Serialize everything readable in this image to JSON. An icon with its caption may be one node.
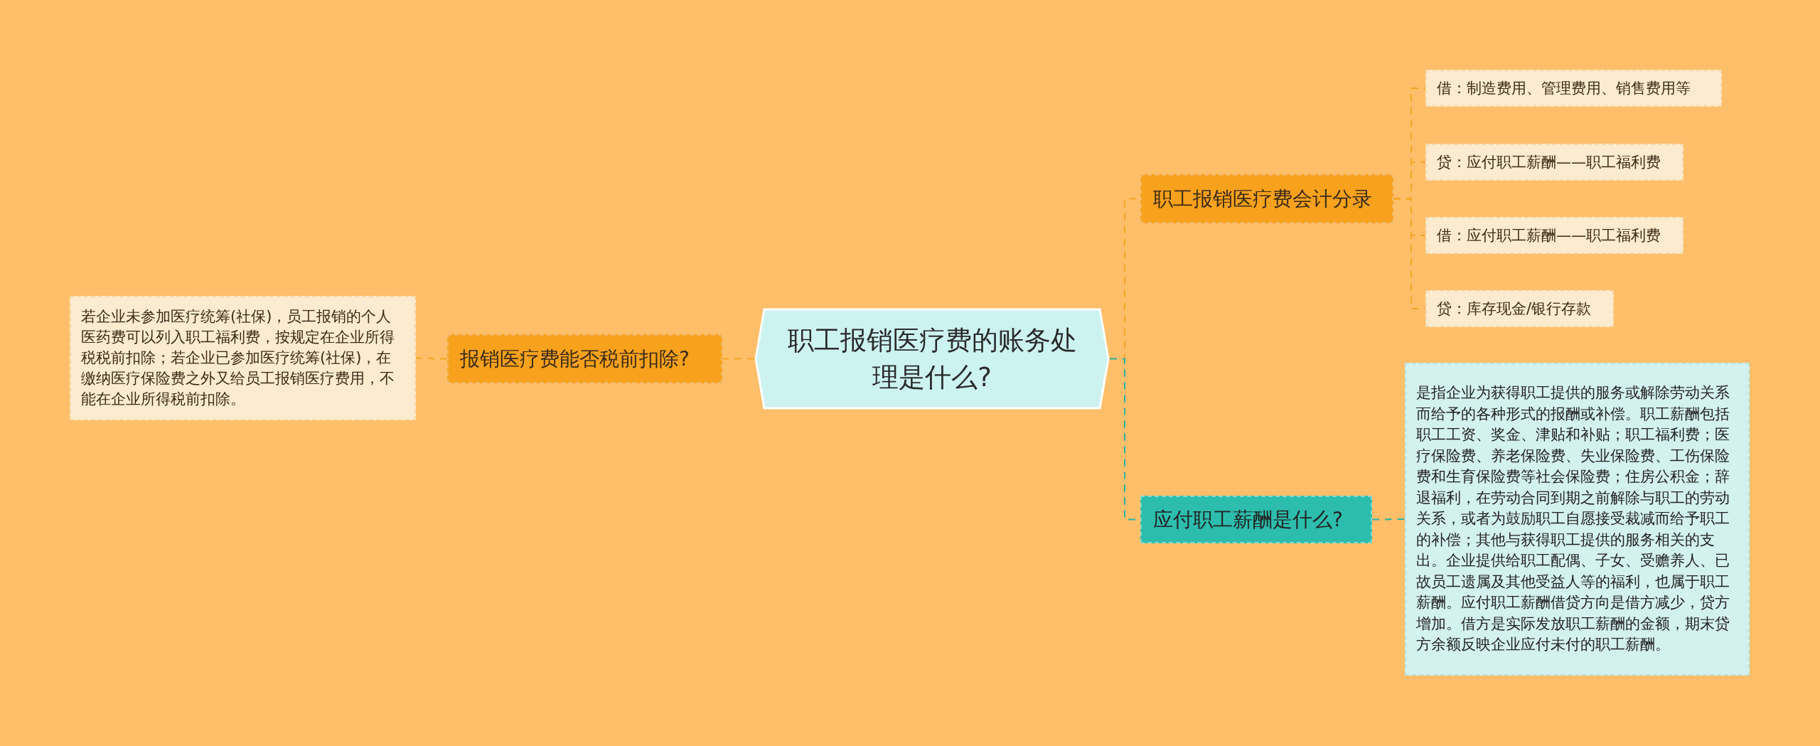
{
  "diagram": {
    "nodes": [
      {
        "text": [
          "职工报销医疗费的账务处理是什么?"
        ]
      },
      {
        "text": [
          "报销医疗费能否税前扣除?"
        ]
      },
      {
        "text": [
          "若企业未参加医疗统筹(社保)，员工报销的个人医药费可以列入职工福利费，按规定在企业所得税税前扣除；若企业已参加医疗统筹(社保)，在缴纳医疗保险费之外又给员工报销医疗费用，不能在企业所得税前扣除。"
        ]
      },
      {
        "text": [
          "职工报销医疗费会计分录"
        ]
      },
      {
        "text": [
          "借：制造费用、管理费用、销售费用等"
        ]
      },
      {
        "text": [
          "贷：应付职工薪酬——职工福利费"
        ]
      },
      {
        "text": [
          "借：应付职工薪酬——职工福利费"
        ]
      },
      {
        "text": [
          "贷：库存现金/银行存款"
        ]
      },
      {
        "text": [
          "应付职工薪酬是什么?"
        ]
      },
      {
        "text": [
          "是指企业为获得职工提供的服务或解除劳动关系而给予的各种形式的报酬或补偿。职工薪酬包括职工工资、奖金、津贴和补贴；职工福利费；医疗保险费、养老保险费、失业保险费、工伤保险费和生育保险费等社会保险费；住房公积金；辞退福利，在劳动合同到期之前解除与职工的劳动关系，或者为鼓励职工自愿接受裁减而给予职工的补偿；其他与获得职工提供的服务相关的支出。企业提供给职工配偶、子女、受赡养人、已故员工遗属及其他受益人等的福利，也属于职工薪酬。应付职工薪酬借贷方向是借方减少，贷方增加。借方是实际发放职工薪酬的金额，期末贷方余额反映企业应付未付的职工薪酬。"
        ]
      }
    ],
    "edges": [
      {
        "from": 0,
        "to": 1,
        "arrow": "none"
      },
      {
        "from": 1,
        "to": 2,
        "arrow": "none"
      },
      {
        "from": 0,
        "to": 3,
        "arrow": "none"
      },
      {
        "from": 3,
        "to": 4,
        "arrow": "none"
      },
      {
        "from": 3,
        "to": 5,
        "arrow": "none"
      },
      {
        "from": 3,
        "to": 6,
        "arrow": "none"
      },
      {
        "from": 3,
        "to": 7,
        "arrow": "none"
      },
      {
        "from": 0,
        "to": 8,
        "arrow": "none",
        "color": "#2ab3a3"
      },
      {
        "from": 8,
        "to": 9,
        "arrow": "none",
        "color": "#2ab3a3"
      }
    ]
  }
}
